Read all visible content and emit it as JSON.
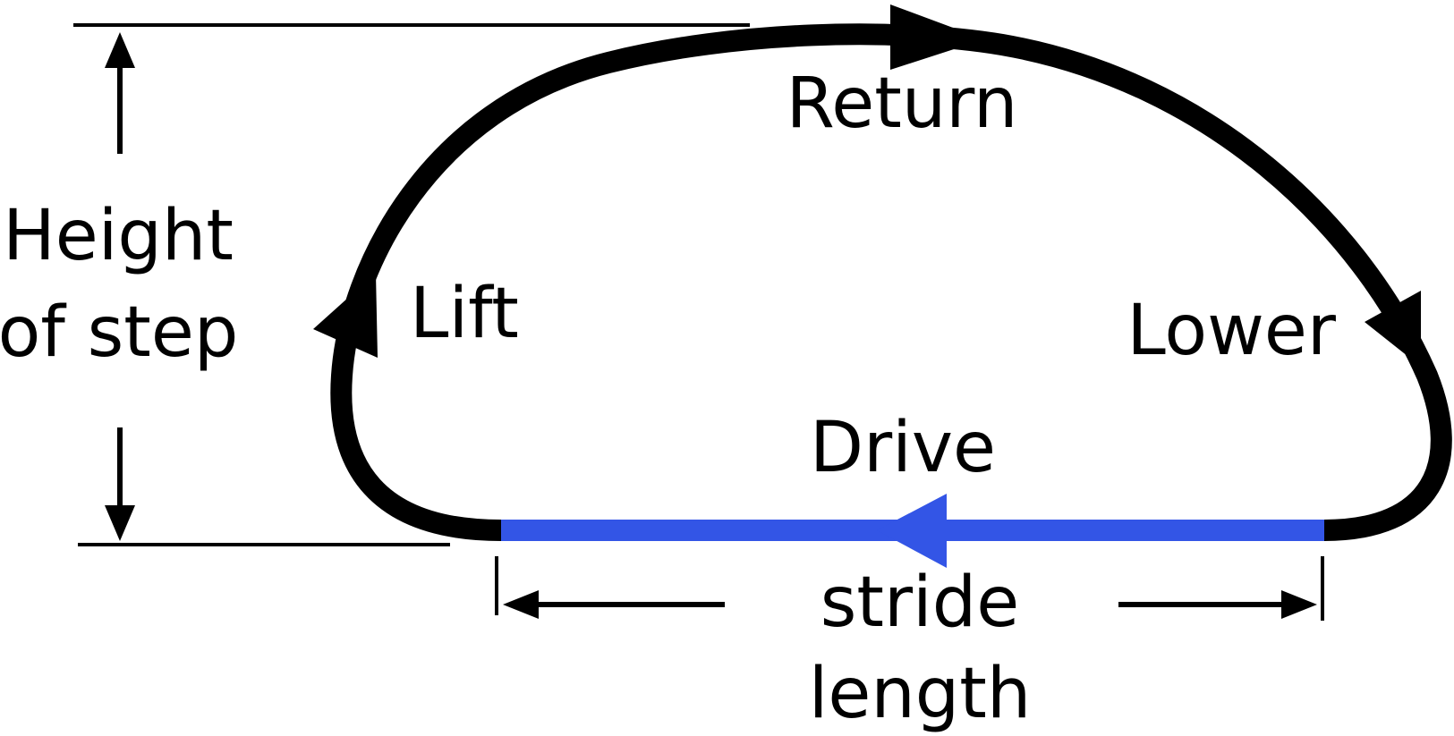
{
  "labels": {
    "return": "Return",
    "lift": "Lift",
    "lower": "Lower",
    "drive": "Drive",
    "height_line1": "Height",
    "height_line2": "of step",
    "stride_line1": "stride",
    "stride_line2": "length"
  },
  "colors": {
    "cycle_path": "#000000",
    "drive_phase": "#3355e6",
    "dimension_lines": "#000000"
  }
}
